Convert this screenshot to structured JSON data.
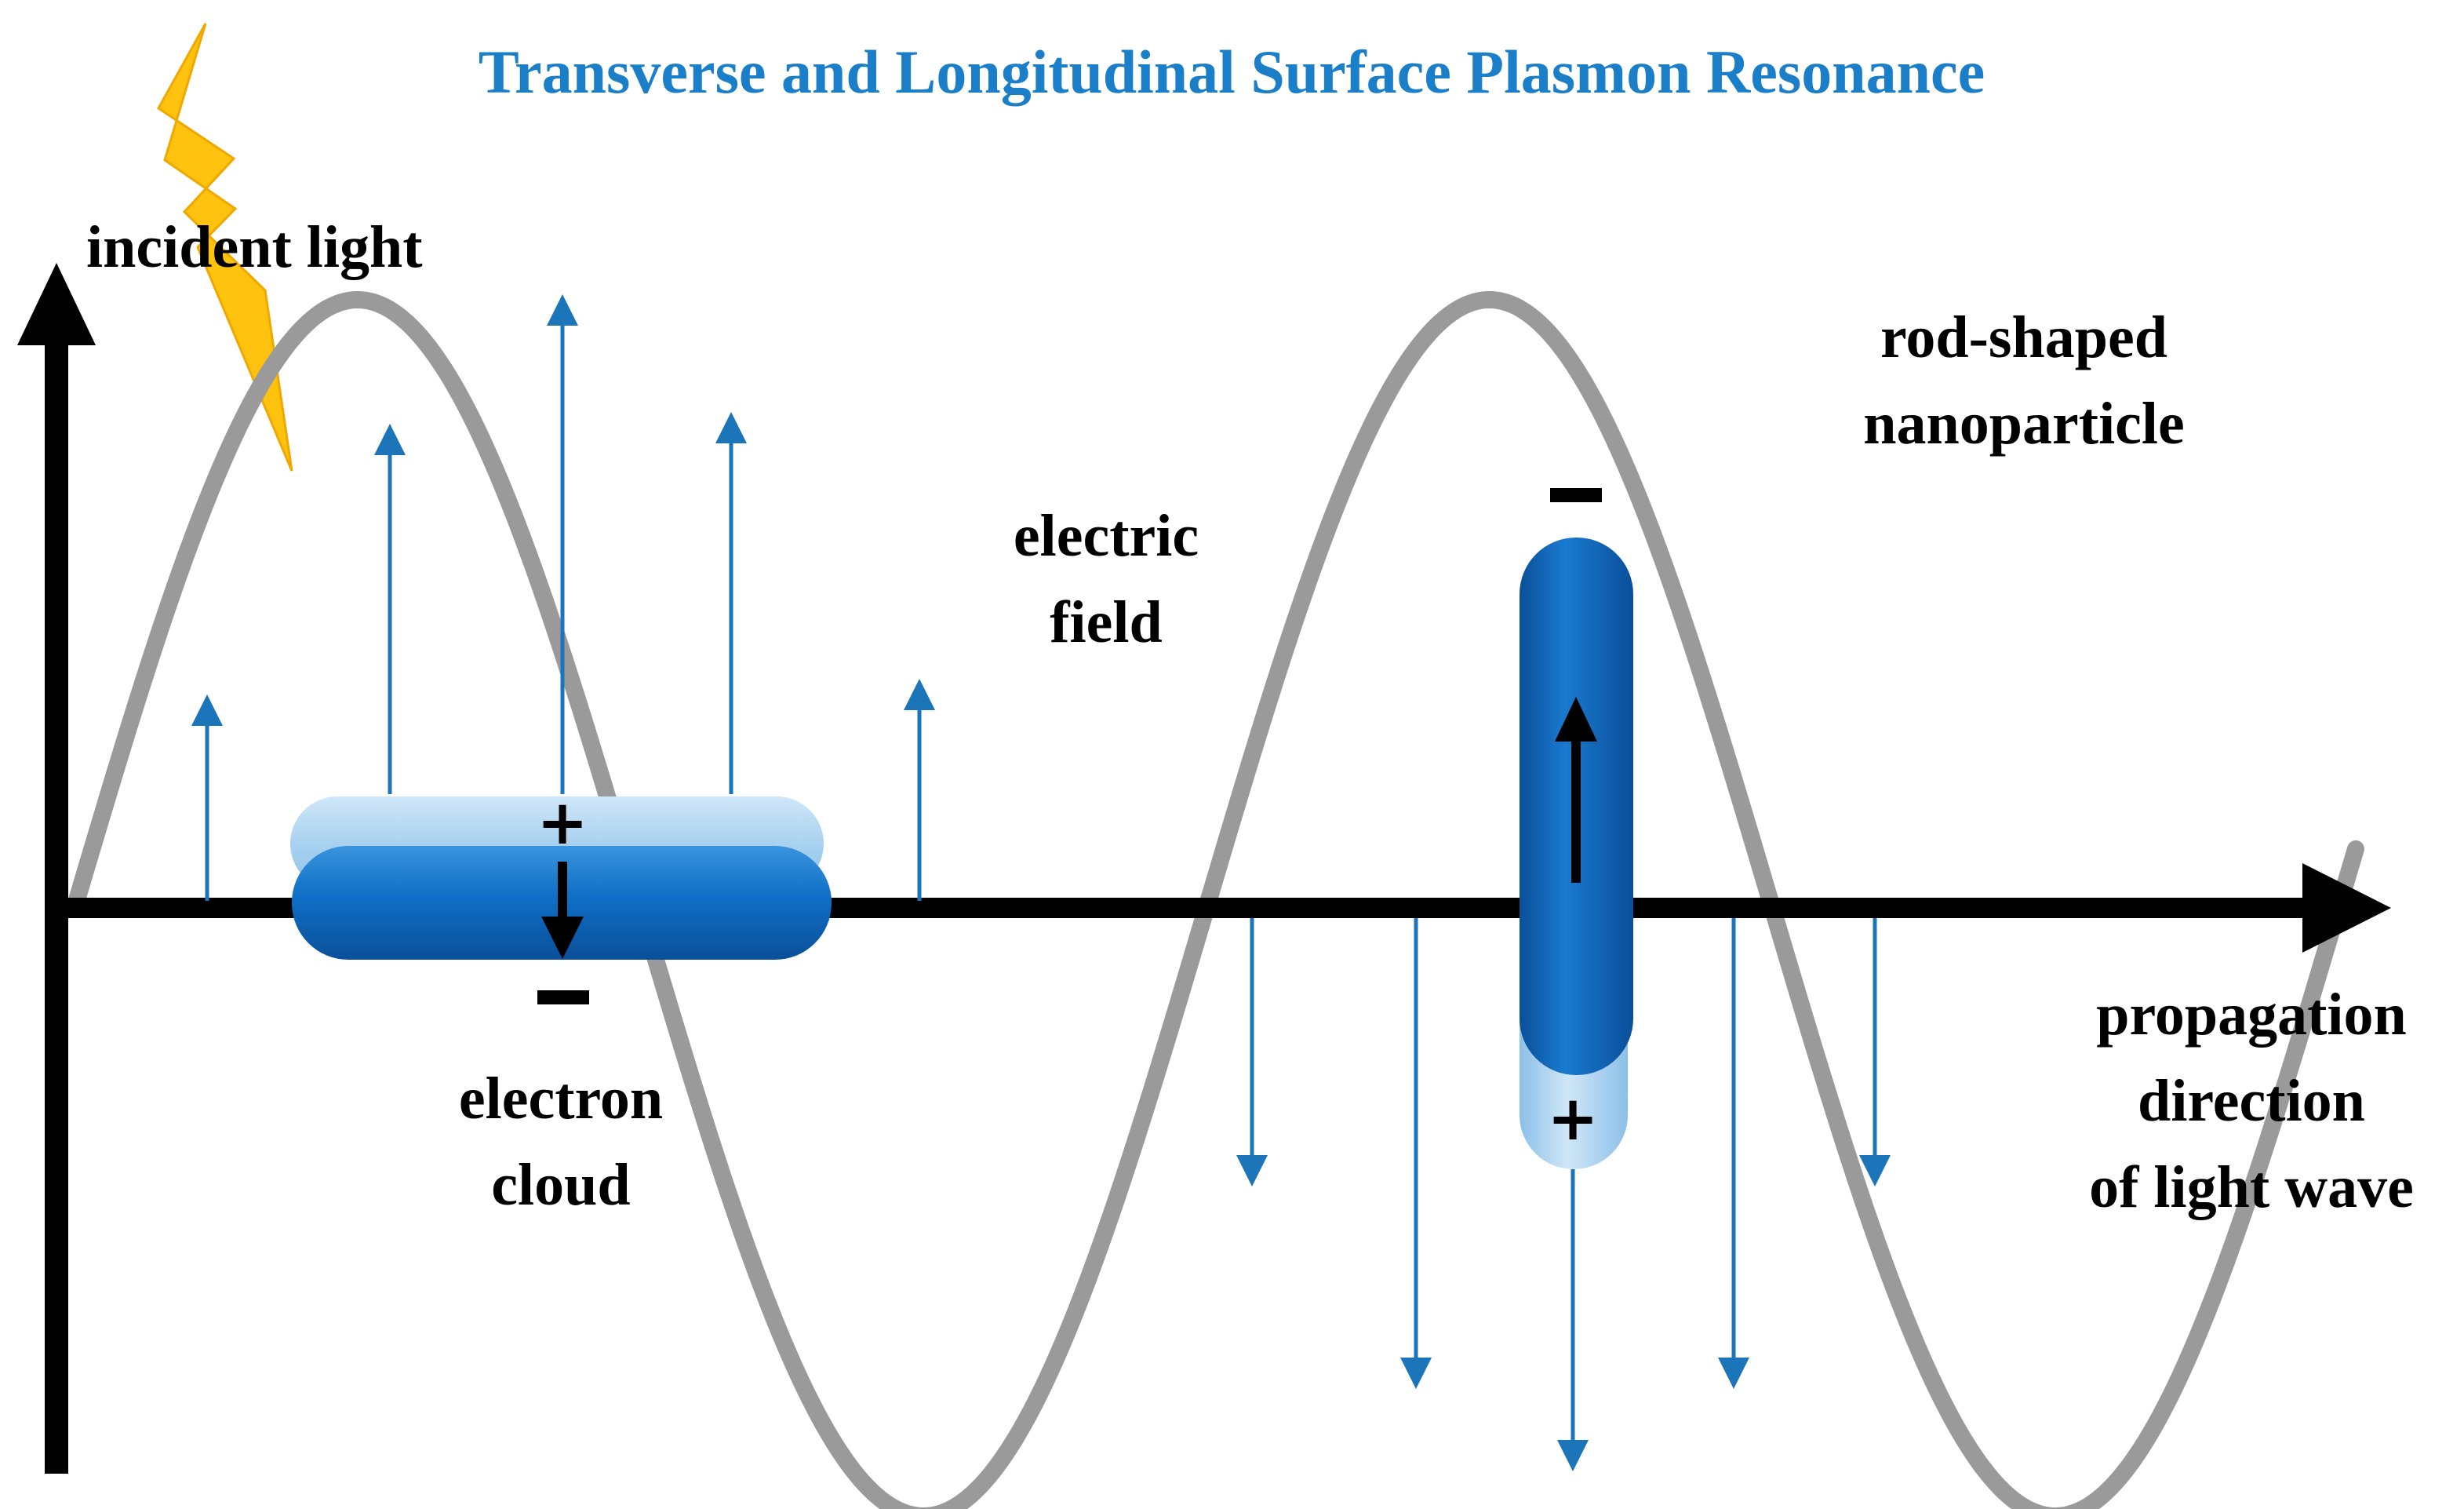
{
  "title": "Transverse and Longitudinal Surface Plasmon Resonance",
  "labels": {
    "incident_light": "incident light",
    "electric_field_line1": "electric",
    "electric_field_line2": "field",
    "electron_cloud_line1": "electron",
    "electron_cloud_line2": "cloud",
    "rod_line1": "rod-shaped",
    "rod_line2": "nanoparticle",
    "propagation_line1": "propagation",
    "propagation_line2": "direction",
    "propagation_line3": "of light wave"
  },
  "charges": {
    "plus": "+",
    "minus": "−"
  },
  "colors": {
    "title": "#1a7fc8",
    "wave": "#9a9a9a",
    "field_arrows": "#1b75b8",
    "rod_dark": "#0f6fc6",
    "rod_light": "#9fcbec",
    "lightning": "#ffc20e",
    "axes": "#000000"
  },
  "icons": [
    "lightning-bolt-icon",
    "field-arrow-icon",
    "plus-sign-icon",
    "minus-sign-icon"
  ]
}
